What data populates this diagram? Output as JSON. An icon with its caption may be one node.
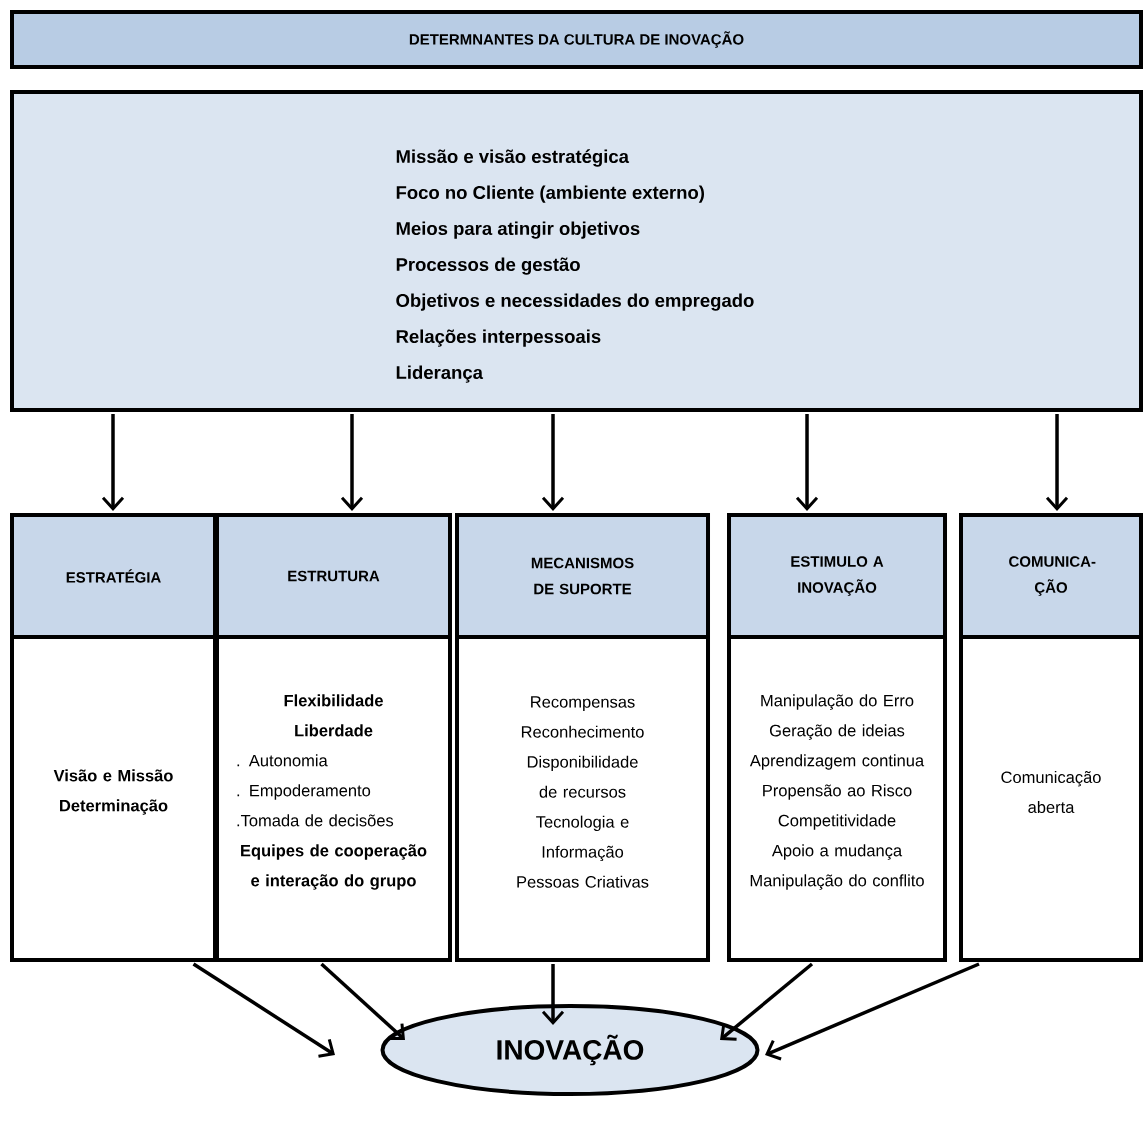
{
  "diagram": {
    "nodes": [
      {
        "text": [
          "DETERMNANTES DA CULTURA DE INOVAÇÃO"
        ]
      },
      {
        "text": [
          "Missão e visão estratégica",
          "Foco no Cliente (ambiente externo)",
          "Meios para atingir objetivos",
          "Processos de gestão",
          "Objetivos e necessidades do empregado",
          "Relações interpessoais",
          "Liderança"
        ]
      },
      {
        "text": [
          "ESTRATÉGIA",
          "Visão e Missão",
          "Determinação"
        ]
      },
      {
        "text": [
          "ESTRUTURA",
          "Flexibilidade",
          "Liberdade",
          ". Autonomia",
          ". Empoderamento",
          ".Tomada de decisões",
          "Equipes de cooperação e interação do grupo"
        ]
      },
      {
        "text": [
          "MECANISMOS DE SUPORTE",
          "Recompensas",
          "Reconhecimento",
          "Disponibilidade de recursos",
          "Tecnologia e Informação",
          "Pessoas Criativas"
        ]
      },
      {
        "text": [
          "ESTIMULO A INOVAÇÃO",
          "Manipulação do Erro",
          "Geração de ideias",
          "Aprendizagem continua",
          "Propensão ao Risco",
          "Competitividade",
          "Apoio a mudança",
          "Manipulação do conflito"
        ]
      },
      {
        "text": [
          "COMUNICA-ÇÃO",
          "Comunicação aberta"
        ]
      },
      {
        "text": [
          "INOVAÇÃO"
        ]
      }
    ],
    "edges": [
      {
        "from": 1,
        "to": 2,
        "arrow": "to"
      },
      {
        "from": 1,
        "to": 3,
        "arrow": "to"
      },
      {
        "from": 1,
        "to": 4,
        "arrow": "to"
      },
      {
        "from": 1,
        "to": 5,
        "arrow": "to"
      },
      {
        "from": 1,
        "to": 6,
        "arrow": "to"
      },
      {
        "from": 2,
        "to": 7,
        "arrow": "to"
      },
      {
        "from": 3,
        "to": 7,
        "arrow": "to"
      },
      {
        "from": 4,
        "to": 7,
        "arrow": "to"
      },
      {
        "from": 5,
        "to": 7,
        "arrow": "to"
      },
      {
        "from": 6,
        "to": 7,
        "arrow": "to"
      }
    ]
  }
}
